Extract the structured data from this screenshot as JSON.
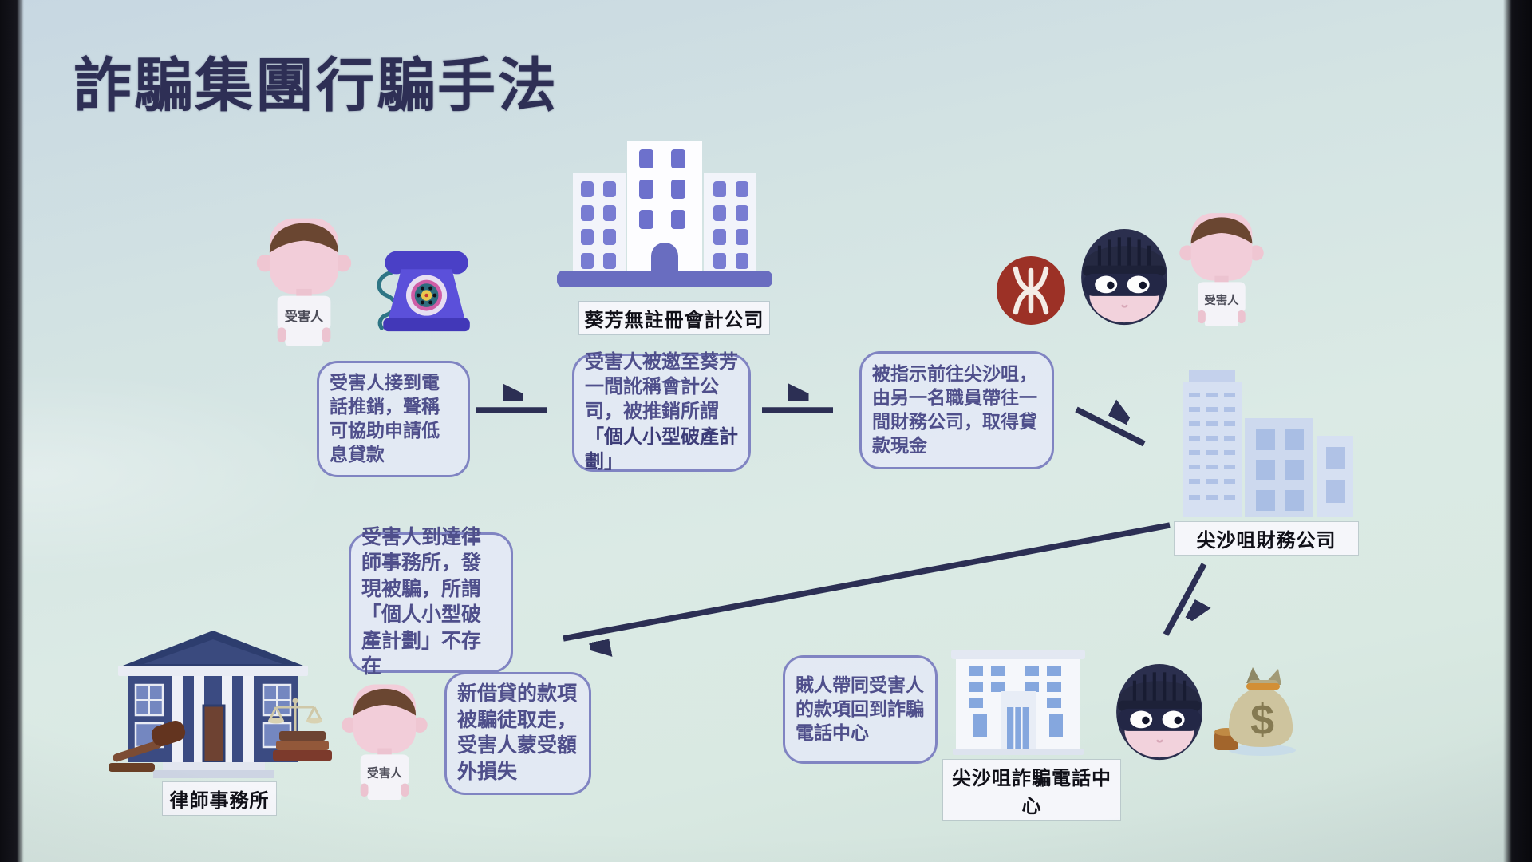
{
  "slide": {
    "title": "詐騙集團行騙手法"
  },
  "steps": [
    {
      "text": "受害人接到電話推銷，聲稱可協助申請低息貸款"
    },
    {
      "text_before": "受害人被邀至葵芳一間訛稱會計公司，被推銷所謂",
      "text_bold": "「個人小型破產計劃」"
    },
    {
      "text": "被指示前往尖沙咀，由另一名職員帶往一間財務公司，取得貸款現金"
    },
    {
      "text": "受害人到達律師事務所，發現被騙，所謂「個人小型破產計劃」不存在"
    },
    {
      "text": "新借貸的款項被騙徒取走，受害人蒙受額外損失"
    },
    {
      "text": "賊人帶同受害人的款項回到詐騙電話中心"
    }
  ],
  "nodes": {
    "victim1": {
      "label": "受害人"
    },
    "victim2": {
      "label": "受害人"
    },
    "victim3": {
      "label": "受害人"
    },
    "accounting_company": {
      "label": "葵芳無註冊會計公司"
    },
    "finance_company": {
      "label": "尖沙咀財務公司"
    },
    "law_firm": {
      "label": "律師事務所"
    },
    "scam_call_center": {
      "label": "尖沙咀詐騙電話中心"
    },
    "money_bag": {
      "symbol": "$"
    }
  },
  "icons": {
    "victim": "person-avatar",
    "rotary_phone": "telephone",
    "mtr_logo": "mtr-train-logo",
    "robber": "masked-robber",
    "accounting_building": "office-building",
    "finance_buildings": "buildings-skyline",
    "courthouse": "courthouse-with-gavel-scales-books",
    "call_center_building": "office-building",
    "money_bag": "money-bag-with-coins"
  },
  "colors": {
    "background": "#d8e8e3",
    "title": "#2e2f55",
    "box_border": "#8084c2",
    "box_text": "#4f4f8b",
    "arrow": "#2c2f54",
    "mtr_red": "#9c3126"
  }
}
